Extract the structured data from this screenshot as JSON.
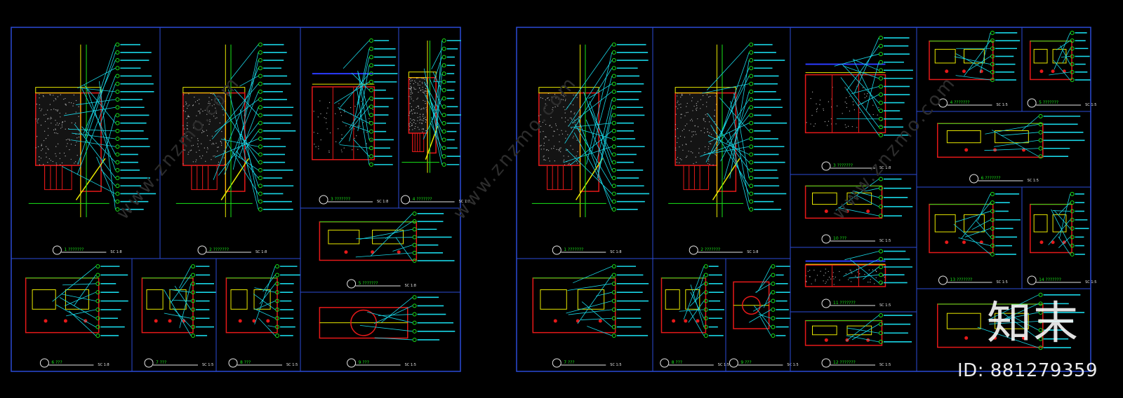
{
  "sheets": [
    {
      "name": "left-sheet",
      "details": [
        {
          "id": "detail-1",
          "title": "1 ???????",
          "scale": "SC 1:8"
        },
        {
          "id": "detail-2",
          "title": "2 ???????",
          "scale": "SC 1:8"
        },
        {
          "id": "detail-3",
          "title": "3 ???????",
          "scale": "SC 1:8"
        },
        {
          "id": "detail-4",
          "title": "4 ???????",
          "scale": "SC 1:8"
        },
        {
          "id": "detail-5",
          "title": "5 ???????",
          "scale": "SC 1:8"
        },
        {
          "id": "detail-6",
          "title": "6 ???",
          "scale": "SC 1:8"
        },
        {
          "id": "detail-7",
          "title": "7 ???",
          "scale": "SC 1:5"
        },
        {
          "id": "detail-8",
          "title": "8 ???",
          "scale": "SC 1:5"
        },
        {
          "id": "detail-9",
          "title": "9 ???",
          "scale": "SC 1:5"
        }
      ]
    },
    {
      "name": "right-sheet",
      "details": [
        {
          "id": "detail-10",
          "title": "1 ???????",
          "scale": "SC 1:8"
        },
        {
          "id": "detail-11",
          "title": "2 ???????",
          "scale": "SC 1:8"
        },
        {
          "id": "detail-12",
          "title": "3 ???????",
          "scale": "SC 1:8"
        },
        {
          "id": "detail-13",
          "title": "4 ???????",
          "scale": "SC 1:5"
        },
        {
          "id": "detail-14",
          "title": "5 ???????",
          "scale": "SC 1:5"
        },
        {
          "id": "detail-15",
          "title": "6 ???????",
          "scale": "SC 1:5"
        },
        {
          "id": "detail-16",
          "title": "7 ???",
          "scale": "SC 1:5"
        },
        {
          "id": "detail-17",
          "title": "8 ???",
          "scale": "SC 1:5"
        },
        {
          "id": "detail-18",
          "title": "9 ???",
          "scale": "SC 1:5"
        },
        {
          "id": "detail-19",
          "title": "10 ???",
          "scale": "SC 1:5"
        },
        {
          "id": "detail-20",
          "title": "11 ???????",
          "scale": "SC 1:5"
        },
        {
          "id": "detail-21",
          "title": "12 ???????",
          "scale": "SC 1:5"
        },
        {
          "id": "detail-22",
          "title": "13 ???????",
          "scale": "SC 1:5"
        },
        {
          "id": "detail-23",
          "title": "14 ???????",
          "scale": "SC 1:5"
        }
      ]
    }
  ],
  "watermark": {
    "logo": "知末",
    "id_text": "ID: 881279359",
    "site": "www.znzmo.com"
  },
  "colors": {
    "background": "#000000",
    "frame": "#2b4bd6",
    "line_yellow": "#e8e800",
    "line_green": "#19e619",
    "line_cyan": "#19d6e6",
    "line_red": "#e61919",
    "hatch_white": "#bfbfbf"
  }
}
